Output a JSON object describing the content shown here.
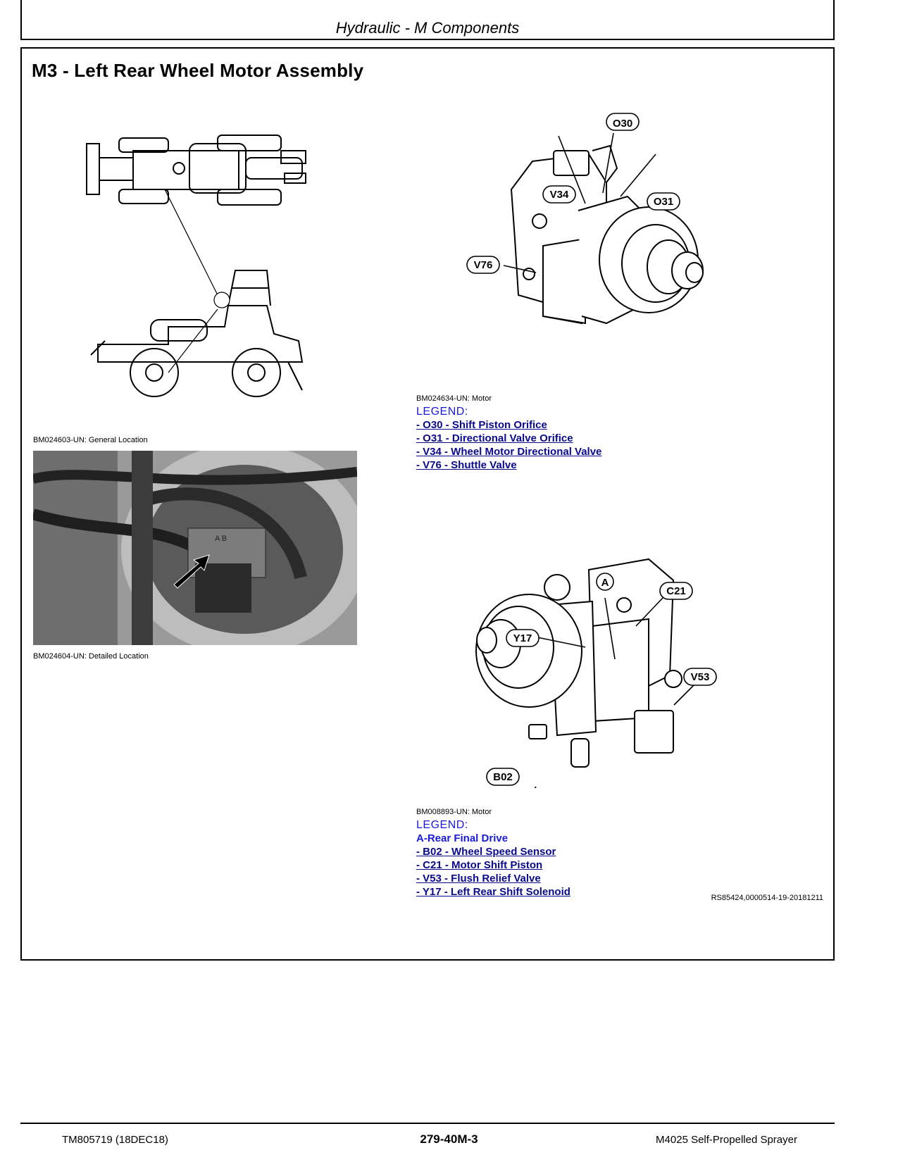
{
  "header": {
    "title": "Hydraulic - M Components"
  },
  "section": {
    "title": "M3 - Left Rear Wheel Motor Assembly"
  },
  "figures": {
    "general_location": {
      "caption": "BM024603-UN: General Location"
    },
    "detailed_location": {
      "caption": "BM024604-UN: Detailed Location",
      "photo_text": "A B"
    },
    "motor1": {
      "caption": "BM024634-UN: Motor",
      "callouts": [
        "O30",
        "V34",
        "O31",
        "V76"
      ],
      "legend_title": "LEGEND:",
      "legend": [
        "- O30 - Shift Piston Orifice",
        "- O31 - Directional Valve Orifice",
        "- V34 - Wheel Motor Directional Valve",
        "- V76 - Shuttle Valve"
      ]
    },
    "motor2": {
      "caption": "BM008893-UN: Motor",
      "callouts": [
        "A",
        "C21",
        "Y17",
        "V53",
        "B02"
      ],
      "legend_title": "LEGEND:",
      "legend_plain": "A-Rear Final Drive",
      "legend": [
        "- B02 - Wheel Speed Sensor",
        "- C21 - Motor Shift Piston",
        "- V53 - Flush Relief Valve",
        "- Y17 - Left Rear Shift Solenoid"
      ]
    }
  },
  "reference_code": "RS85424,0000514-19-20181211",
  "footer": {
    "left": "TM805719 (18DEC18)",
    "center": "279-40M-3",
    "right": "M4025 Self-Propelled Sprayer"
  }
}
